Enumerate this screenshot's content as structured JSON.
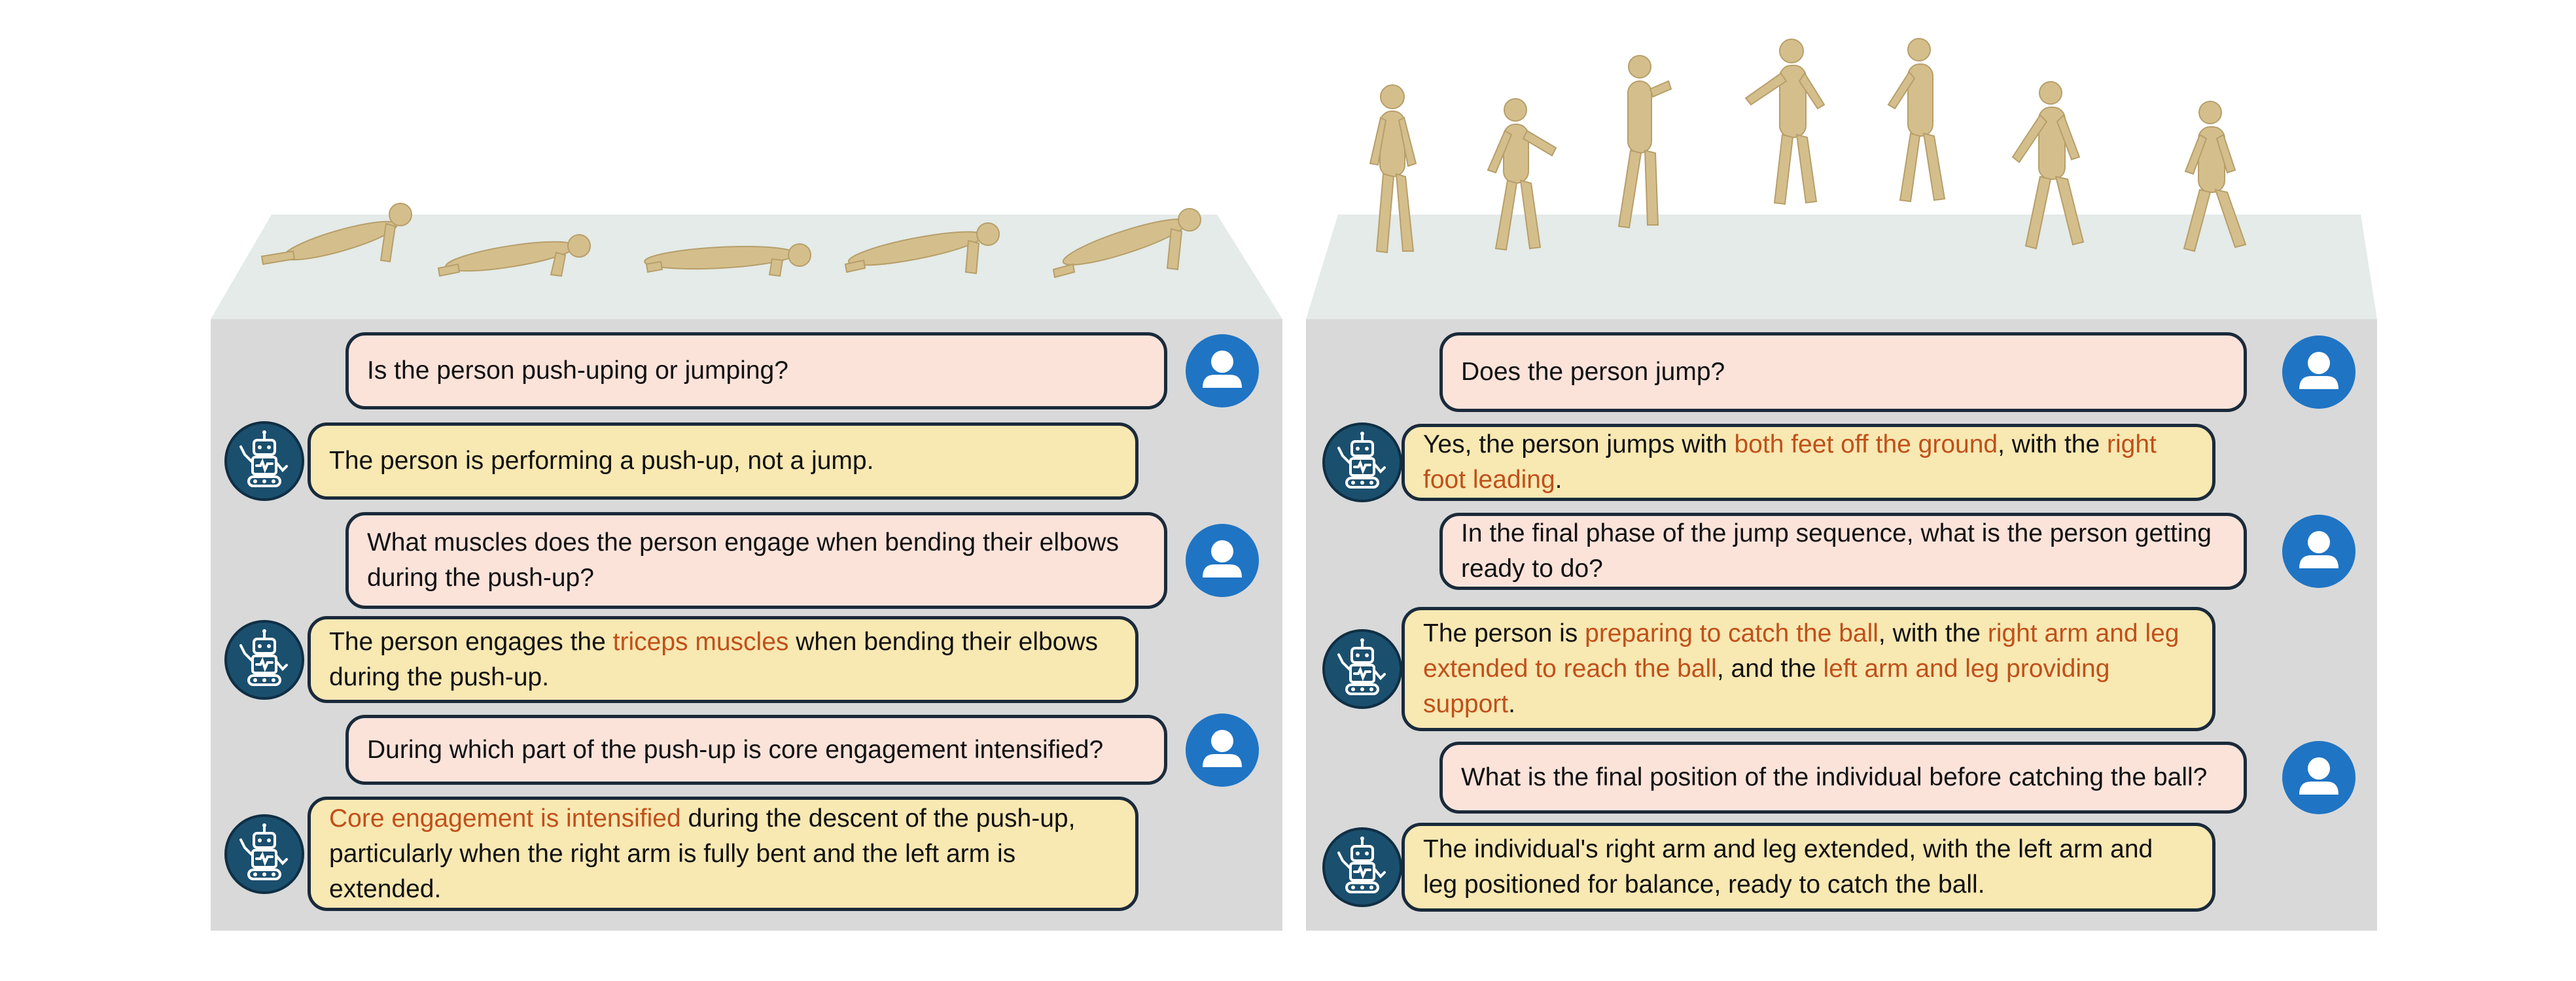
{
  "colors": {
    "floor": "#e4ebe8",
    "back_panel": "#d9d9d9",
    "user_bubble": "#fbe3da",
    "bot_bubble": "#f8e8b2",
    "highlight": "#c0501a",
    "user_avatar": "#1f74c4",
    "bot_avatar": "#1b4f6e",
    "figure": "#d4bf8c"
  },
  "icons": {
    "user": "user-avatar-icon",
    "bot": "robot-avatar-icon"
  },
  "left": {
    "turns": [
      {
        "speaker": "user",
        "segments": [
          {
            "t": "Is the person push-uping or jumping?"
          }
        ]
      },
      {
        "speaker": "bot",
        "segments": [
          {
            "t": "The person is performing a push-up, not a jump."
          }
        ]
      },
      {
        "speaker": "user",
        "segments": [
          {
            "t": "What muscles does the person engage when bending their elbows during the push-up?"
          }
        ]
      },
      {
        "speaker": "bot",
        "segments": [
          {
            "t": "The person engages the "
          },
          {
            "t": "triceps muscles",
            "hl": true
          },
          {
            "t": " when bending their elbows during the push-up."
          }
        ]
      },
      {
        "speaker": "user",
        "segments": [
          {
            "t": "During which part of the push-up is core engagement intensified?"
          }
        ]
      },
      {
        "speaker": "bot",
        "segments": [
          {
            "t": "Core engagement is intensified",
            "hl": true
          },
          {
            "t": " during the descent of the push-up, particularly when the right arm is fully bent and the left arm is extended."
          }
        ]
      }
    ]
  },
  "right": {
    "turns": [
      {
        "speaker": "user",
        "segments": [
          {
            "t": "Does the person jump?"
          }
        ]
      },
      {
        "speaker": "bot",
        "segments": [
          {
            "t": "Yes, the person jumps with "
          },
          {
            "t": "both feet off the ground",
            "hl": true
          },
          {
            "t": ", with the "
          },
          {
            "t": "right foot leading",
            "hl": true
          },
          {
            "t": "."
          }
        ]
      },
      {
        "speaker": "user",
        "segments": [
          {
            "t": "In the final phase of the jump sequence, what is the person getting ready to do?"
          }
        ]
      },
      {
        "speaker": "bot",
        "segments": [
          {
            "t": "The person is "
          },
          {
            "t": "preparing to catch the ball",
            "hl": true
          },
          {
            "t": ", with the "
          },
          {
            "t": "right arm and leg extended to reach the ball",
            "hl": true
          },
          {
            "t": ", and the "
          },
          {
            "t": "left arm and leg providing support",
            "hl": true
          },
          {
            "t": "."
          }
        ]
      },
      {
        "speaker": "user",
        "segments": [
          {
            "t": "What is the final position of the individual before catching the ball?"
          }
        ]
      },
      {
        "speaker": "bot",
        "segments": [
          {
            "t": "The individual's right arm and leg extended, with the left arm and leg positioned for balance, ready to catch the ball."
          }
        ]
      }
    ]
  }
}
